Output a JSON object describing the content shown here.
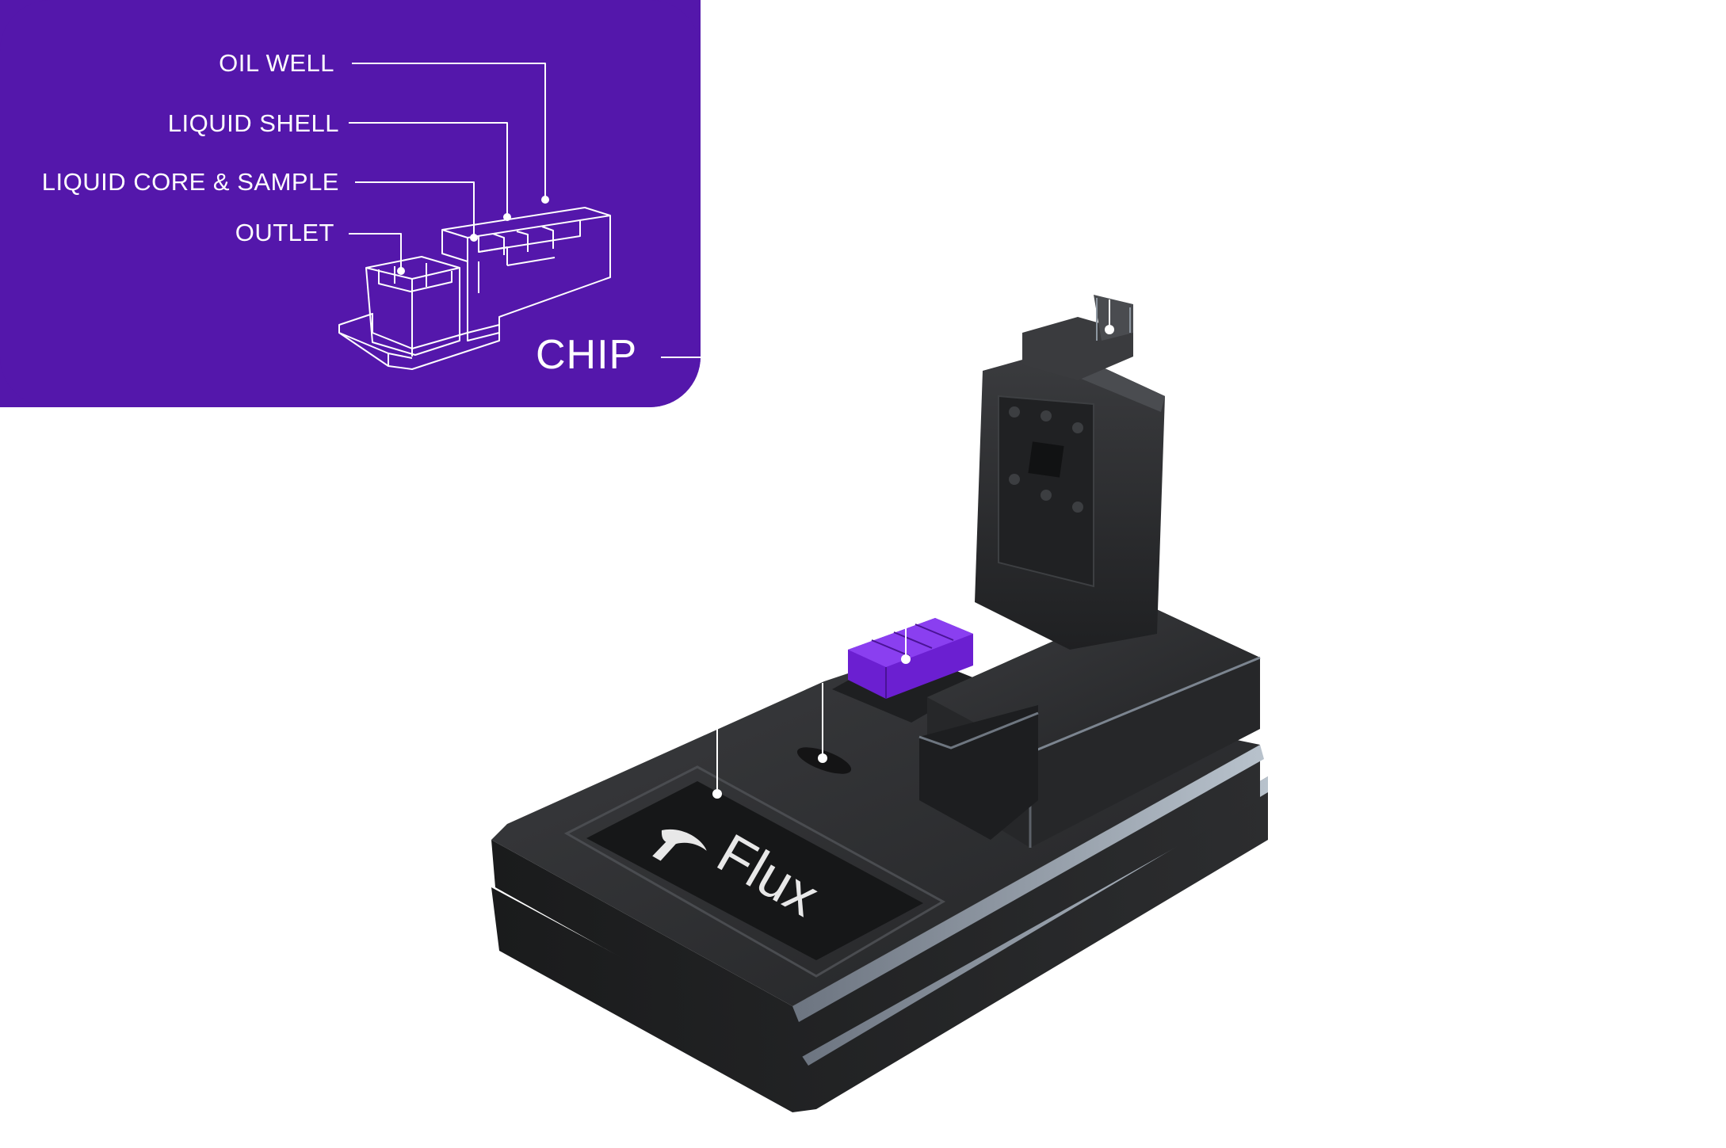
{
  "callout": {
    "title": "CHIP",
    "parts": [
      {
        "label": "OIL WELL"
      },
      {
        "label": "LIQUID SHELL"
      },
      {
        "label": "LIQUID CORE & SAMPLE"
      },
      {
        "label": "OUTLET"
      }
    ]
  },
  "device": {
    "brand": "Flux",
    "chip_color": "#6b1fd1"
  },
  "colors": {
    "panel": "#5417ab",
    "device_body": "#2b2c2e",
    "device_edge": "#8c97a2"
  }
}
